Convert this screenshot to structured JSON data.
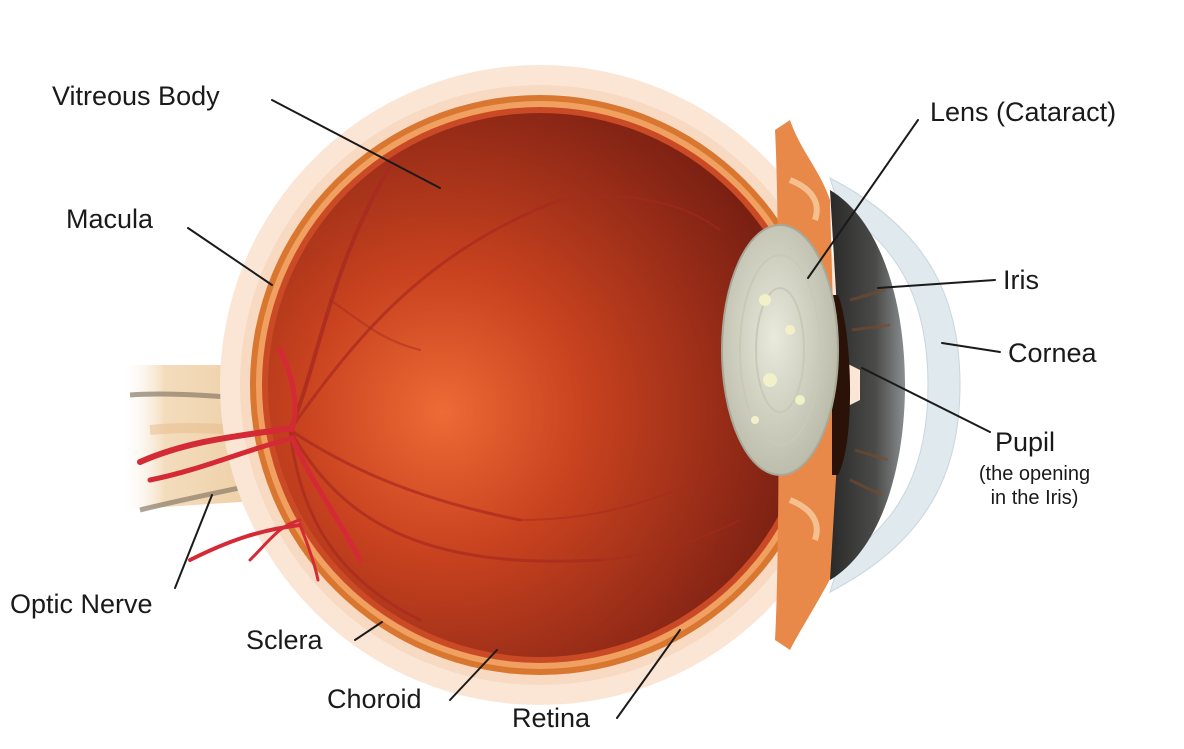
{
  "labels": {
    "vitreous_body": "Vitreous Body",
    "macula": "Macula",
    "optic_nerve": "Optic Nerve",
    "sclera": "Sclera",
    "choroid": "Choroid",
    "retina": "Retina",
    "lens": "Lens (Cataract)",
    "iris": "Iris",
    "cornea": "Cornea",
    "pupil": "Pupil",
    "pupil_note_line1": "(the opening",
    "pupil_note_line2": "in the Iris)"
  },
  "colors": {
    "sclera": "#fbe3d0",
    "choroid": "#d9762f",
    "retina_inner": "#e05a2a",
    "vitreous_dark": "#7a1e14",
    "blood_vessel": "#c8202e",
    "lens": "#d9d9cc",
    "iris": "#3a3a3a",
    "cornea": "#dde8ee",
    "optic_nerve": "#e8c9a0"
  }
}
